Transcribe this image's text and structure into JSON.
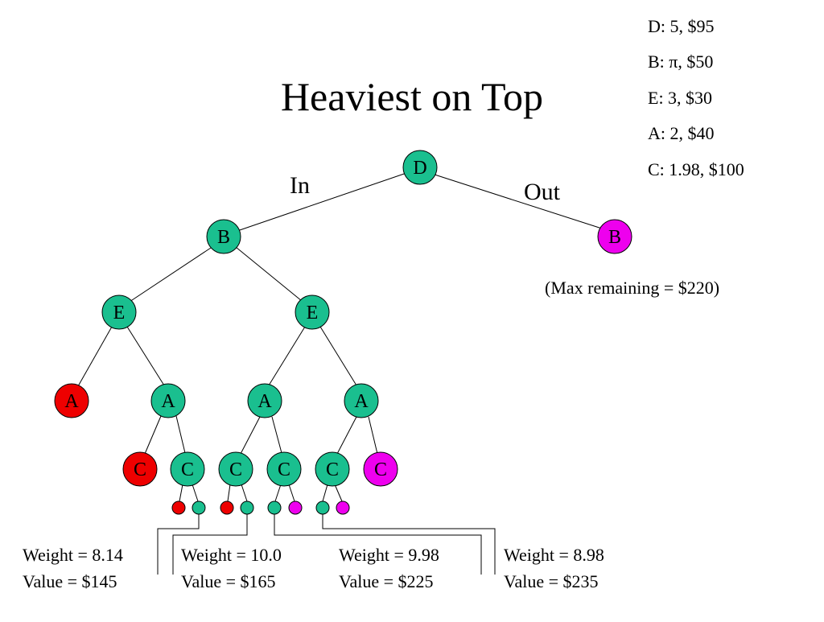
{
  "title": "Heaviest on Top",
  "items": [
    "D: 5, $95",
    "B: π, $50",
    "E: 3, $30",
    "A: 2, $40",
    "C: 1.98, $100"
  ],
  "branch_in": "In",
  "branch_out": "Out",
  "max_remaining": "(Max remaining = $220)",
  "colors": {
    "green": "#1abf8f",
    "red": "#ee0000",
    "magenta": "#ee00ee"
  },
  "nodes": {
    "d_root": "D",
    "b_in": "B",
    "b_out": "B",
    "e_left": "E",
    "e_right": "E",
    "a1": "A",
    "a2": "A",
    "a3": "A",
    "a4": "A",
    "c1": "C",
    "c2": "C",
    "c3": "C",
    "c4": "C",
    "c5": "C",
    "c6": "C"
  },
  "results": [
    {
      "weight": "Weight = 8.14",
      "value": "Value = $145"
    },
    {
      "weight": "Weight = 10.0",
      "value": "Value = $165"
    },
    {
      "weight": "Weight = 9.98",
      "value": "Value = $225"
    },
    {
      "weight": "Weight = 8.98",
      "value": "Value = $235"
    }
  ]
}
